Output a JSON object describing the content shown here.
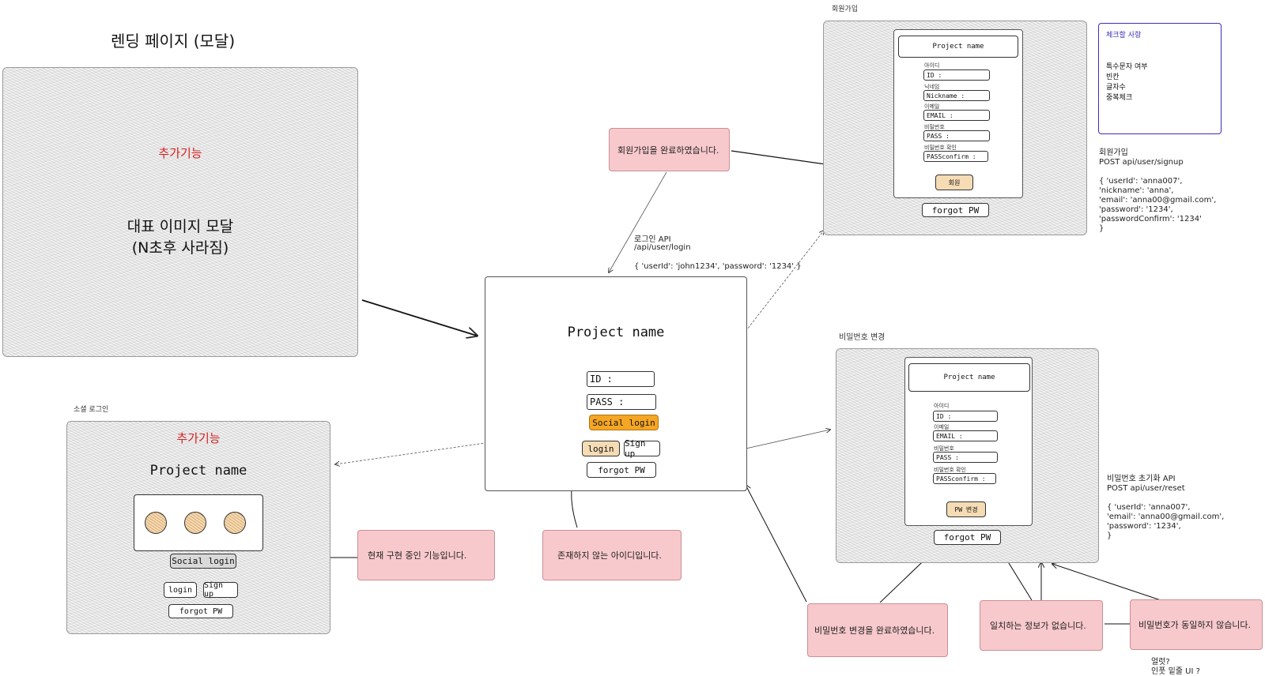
{
  "landing": {
    "title": "렌딩 페이지 (모달)",
    "extra": "추가기능",
    "modal_line1": "대표 이미지 모달",
    "modal_line2": "(N초후 사라짐)"
  },
  "login_main": {
    "project_name": "Project name",
    "id": "ID :",
    "pass": "PASS :",
    "social": "Social login",
    "login": "login",
    "signup": "Sign up",
    "forgot": "forgot PW",
    "api_title": "로그인 API",
    "api_path": "/api/user/login",
    "api_body": "{ 'userId': 'john1234', 'password': '1234' }"
  },
  "social_login": {
    "caption": "소셜 로그인",
    "extra": "추가기능",
    "project_name": "Project name",
    "social": "Social login",
    "login": "login",
    "signup": "Sign up",
    "forgot": "forgot PW"
  },
  "signup": {
    "caption": "회원가입",
    "project_name": "Project name",
    "label_id": "아이디",
    "id": "ID :",
    "label_nick": "닉네임",
    "nickname": "Nickname :",
    "label_email": "이메일",
    "email": "EMAIL :",
    "label_pass": "비밀번호",
    "pass": "PASS :",
    "label_confirm": "비밀번호 확인",
    "confirm": "PASSconfirm :",
    "submit": "회원",
    "forgot": "forgot PW",
    "api_lines": "회원가입\nPOST api/user/signup\n\n{ 'userId': 'anna007',\n'nickname': 'anna',\n'email': 'anna00@gmail.com',\n'password': '1234',\n'passwordConfirm': '1234'\n}"
  },
  "checklist": {
    "title": "체크할 사항",
    "items": [
      "특수문자 여부",
      "빈칸",
      "글자수",
      "중복체크"
    ]
  },
  "reset": {
    "caption": "비밀번호 변경",
    "project_name": "Project name",
    "label_id": "아이디",
    "id": "ID :",
    "label_email": "이메일",
    "email": "EMAIL :",
    "label_pass": "비밀번호",
    "pass": "PASS :",
    "label_confirm": "비밀번호 확인",
    "confirm": "PASSconfirm :",
    "submit": "PW 변경",
    "forgot": "forgot PW",
    "api_lines": "비밀번호 초기화 API\nPOST api/user/reset\n\n{ 'userId': 'anna007',\n'email': 'anna00@gmail.com',\n'password': '1234',\n}"
  },
  "notes": {
    "signup_done": "회원가입을 완료하였습니다.",
    "in_progress": "현재 구현 중인 기능입니다.",
    "no_user": "존재하지 않는 아이디입니다.",
    "pw_changed": "비밀번호 변경을 완료하였습니다.",
    "no_match": "일치하는 정보가 없습니다.",
    "pw_mismatch": "비밀번호가 동일하지 않습니다.",
    "question_1": "얼럿?",
    "question_2": "인풋 밑줄 UI ?"
  },
  "colors": {
    "note_bg": "#f8c9cc",
    "social_btn": "#f5a623",
    "accent_red": "#d62222",
    "check_border": "#3b2fb8"
  }
}
